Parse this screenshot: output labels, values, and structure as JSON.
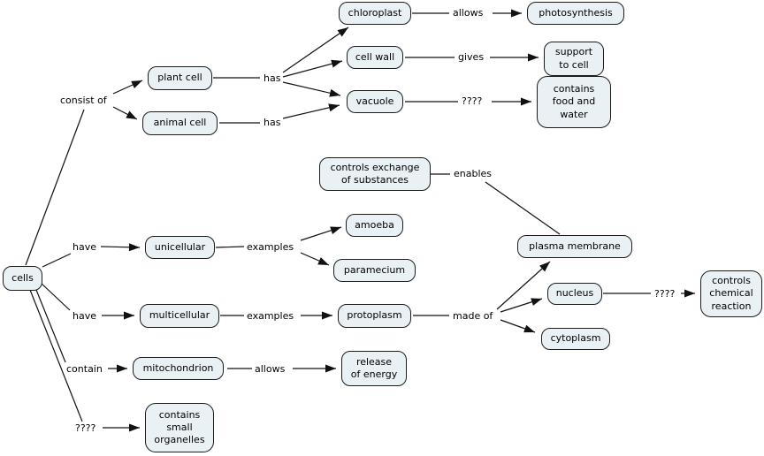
{
  "diagram": {
    "type": "concept-map",
    "topic": "cells",
    "colors": {
      "bg": "#ffffff",
      "node_fill": "#e9f1f5",
      "node_border": "#1c1c1c",
      "line_color": "#111111",
      "text_color": "#000000"
    }
  },
  "nodes": {
    "cells": "cells",
    "plant_cell": "plant cell",
    "animal_cell": "animal cell",
    "chloroplast": "chloroplast",
    "cell_wall": "cell wall",
    "vacuole": "vacuole",
    "photosynthesis": "photosynthesis",
    "support_to_cell": "support\nto cell",
    "contains_food_and_water": "contains\nfood and\nwater",
    "controls_exchange_of_substances": "controls exchange\nof substances",
    "plasma_membrane": "plasma membrane",
    "unicellular": "unicellular",
    "amoeba": "amoeba",
    "paramecium": "paramecium",
    "multicellular": "multicellular",
    "protoplasm": "protoplasm",
    "nucleus": "nucleus",
    "cytoplasm": "cytoplasm",
    "controls_chemical_reaction": "controls\nchemical\nreaction",
    "mitochondrion": "mitochondrion",
    "release_of_energy": "release\nof energy",
    "contains_small_organelles": "contains\nsmall\norganelles"
  },
  "edge_labels": {
    "consist_of": "consist of",
    "has_plant": "has",
    "has_animal": "has",
    "allows_top": "allows",
    "gives": "gives",
    "unknown_vacuole": "????",
    "enables": "enables",
    "have_unicellular": "have",
    "examples_unicellular": "examples",
    "have_multicellular": "have",
    "examples_multicellular": "examples",
    "made_of": "made of",
    "unknown_nucleus": "????",
    "contain": "contain",
    "allows_mitochondrion": "allows",
    "unknown_organelles": "????"
  }
}
